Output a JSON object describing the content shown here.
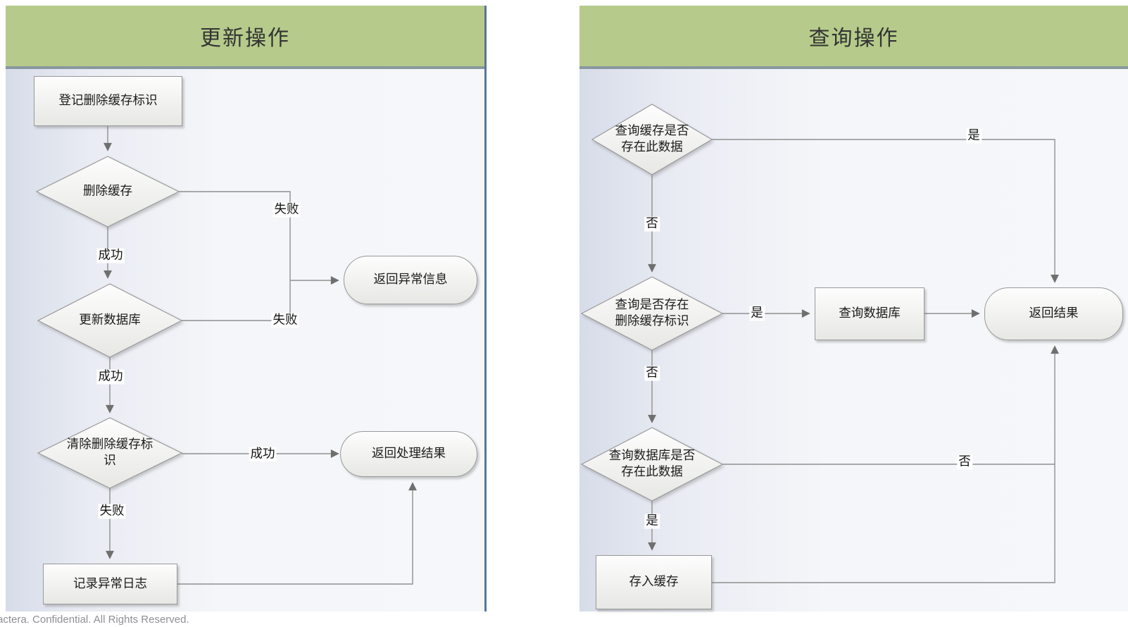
{
  "colors": {
    "header_bg": "#b6cb8b",
    "header_rule": "#87989e",
    "lane_divider": "#587795",
    "panel_bg_start": "#d7dce9",
    "panel_bg_end": "#f6f7fa",
    "shape_fill_top": "#fdfdfd",
    "shape_fill_bottom": "#e7e8e4",
    "shape_border": "#98999b",
    "connector": "#8f8f8f",
    "arrowhead": "#6f6f6f"
  },
  "left_panel": {
    "title": "更新操作",
    "nodes": {
      "register_flag": {
        "label": "登记删除缓存标识"
      },
      "delete_cache": {
        "label": "删除缓存"
      },
      "update_db": {
        "label": "更新数据库"
      },
      "return_error": {
        "label": "返回异常信息"
      },
      "clear_flag": {
        "line1": "清除删除缓存标",
        "line2": "识"
      },
      "return_result": {
        "label": "返回处理结果"
      },
      "log_error": {
        "label": "记录异常日志"
      }
    },
    "edges": {
      "fail1": "失败",
      "ok1": "成功",
      "fail2": "失败",
      "ok2": "成功",
      "ok3": "成功",
      "fail3": "失败"
    }
  },
  "right_panel": {
    "title": "查询操作",
    "nodes": {
      "check_cache": {
        "line1": "查询缓存是否",
        "line2": "存在此数据"
      },
      "check_flag": {
        "line1": "查询是否存在",
        "line2": "删除缓存标识"
      },
      "query_db": {
        "label": "查询数据库"
      },
      "return_result": {
        "label": "返回结果"
      },
      "check_db": {
        "line1": "查询数据库是否",
        "line2": "存在此数据"
      },
      "save_cache": {
        "label": "存入缓存"
      }
    },
    "edges": {
      "yes1": "是",
      "no1": "否",
      "yes2": "是",
      "no2": "否",
      "no3": "否",
      "yes3": "是"
    }
  },
  "footer": "actera. Confidential. All Rights Reserved."
}
